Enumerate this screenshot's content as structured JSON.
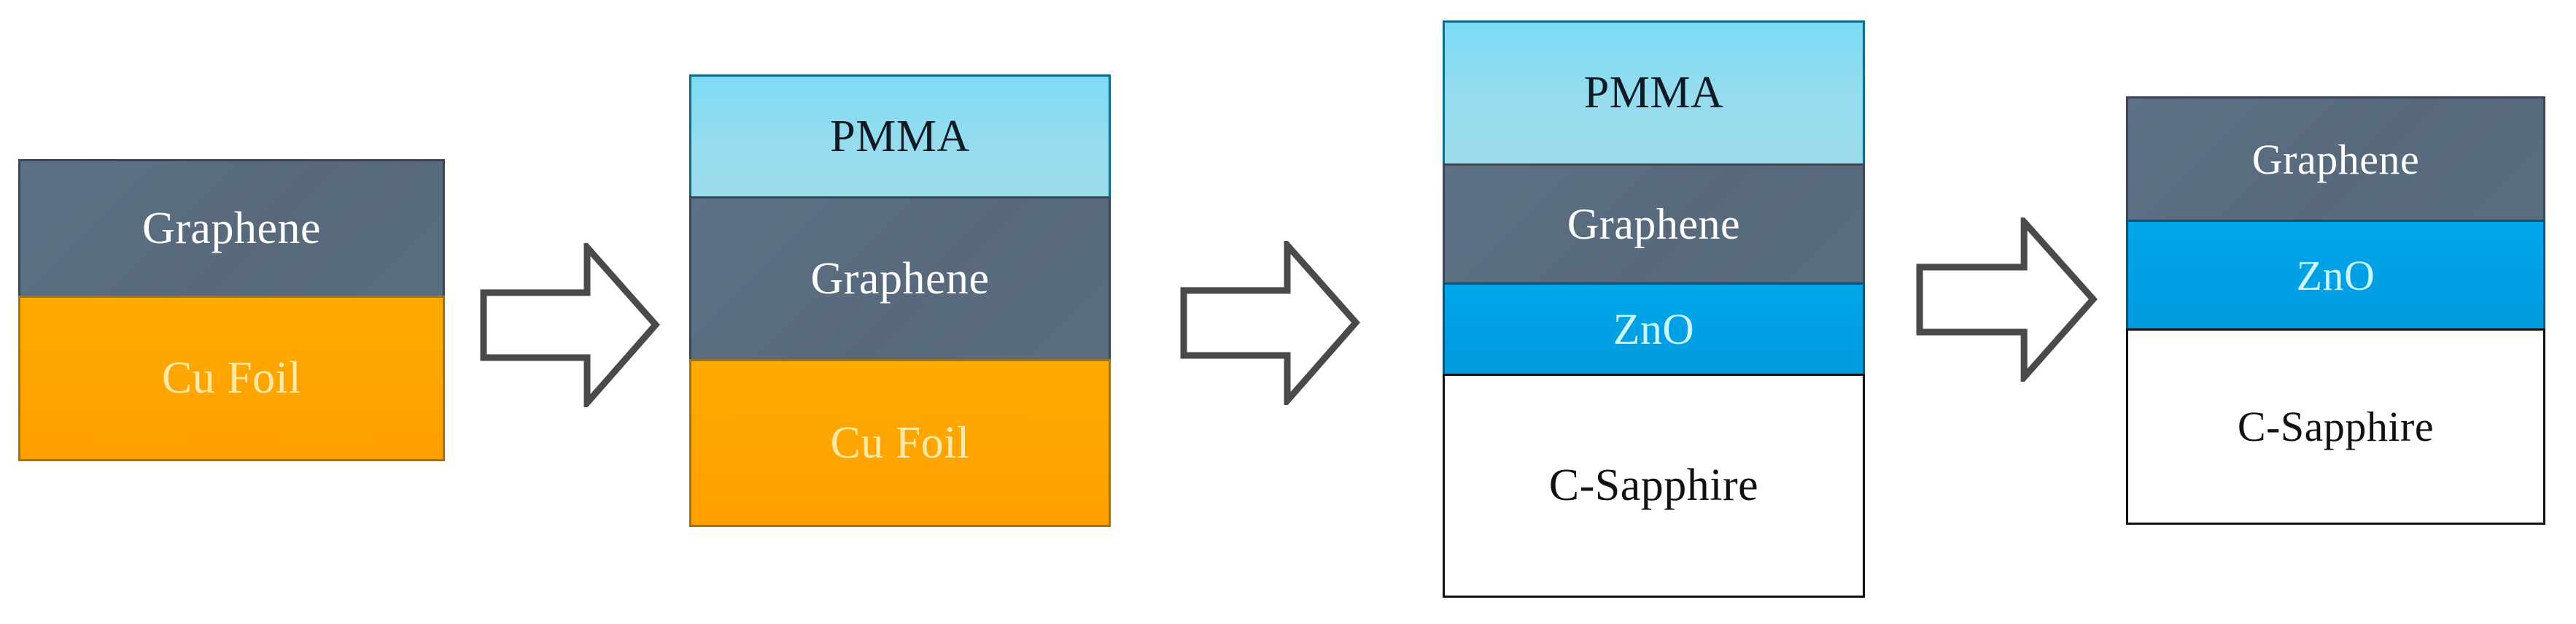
{
  "diagram": {
    "title": "Graphene transfer and ZnO heterostructure fabrication process flow",
    "type": "process-flow",
    "background_color": "#ffffff",
    "colors": {
      "graphene": "#5a6d80",
      "graphene_border": "#3b4754",
      "graphene_text": "#ffffff",
      "cu_foil": "#ffa400",
      "cu_foil_border": "#a5720a",
      "cu_foil_text": "#ffe9a8",
      "pmma": "#96dcee",
      "pmma_border": "#0b6c8c",
      "pmma_text": "#0d1b25",
      "zno": "#009fe3",
      "zno_border": "#04567a",
      "zno_text": "#ccf7ff",
      "sapphire": "#ffffff",
      "sapphire_border": "#111111",
      "sapphire_text": "#111111",
      "arrow_outline": "#4a4a4a"
    },
    "steps": [
      {
        "index": 1,
        "name": "graphene-on-copper",
        "layers": [
          {
            "label": "Graphene",
            "material": "graphene"
          },
          {
            "label": "Cu Foil",
            "material": "cu_foil"
          }
        ]
      },
      {
        "index": 2,
        "name": "pmma-coated-graphene-on-copper",
        "layers": [
          {
            "label": "PMMA",
            "material": "pmma"
          },
          {
            "label": "Graphene",
            "material": "graphene"
          },
          {
            "label": "Cu Foil",
            "material": "cu_foil"
          }
        ]
      },
      {
        "index": 3,
        "name": "transferred-stack-on-zno-sapphire",
        "layers": [
          {
            "label": "PMMA",
            "material": "pmma"
          },
          {
            "label": "Graphene",
            "material": "graphene"
          },
          {
            "label": "ZnO",
            "material": "zno"
          },
          {
            "label": "C-Sapphire",
            "material": "sapphire"
          }
        ]
      },
      {
        "index": 4,
        "name": "final-graphene-zno-sapphire",
        "layers": [
          {
            "label": "Graphene",
            "material": "graphene"
          },
          {
            "label": "ZnO",
            "material": "zno"
          },
          {
            "label": "C-Sapphire",
            "material": "sapphire"
          }
        ]
      }
    ],
    "arrows": [
      {
        "index": 1,
        "name": "process-arrow-1",
        "direction": "right",
        "style": "open-block-arrow"
      },
      {
        "index": 2,
        "name": "process-arrow-2",
        "direction": "right",
        "style": "open-block-arrow"
      },
      {
        "index": 3,
        "name": "process-arrow-3",
        "direction": "right",
        "style": "open-block-arrow"
      }
    ]
  }
}
